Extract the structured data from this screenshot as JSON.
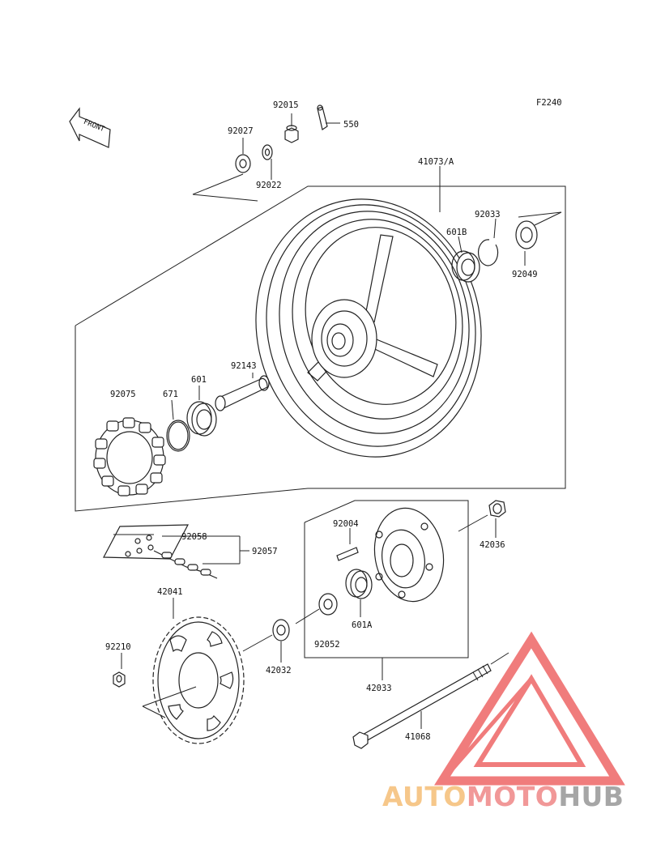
{
  "diagram_code": "F2240",
  "front_label": "FRONT",
  "parts": {
    "p92015": "92015",
    "p550": "550",
    "p92027": "92027",
    "p92022": "92022",
    "p41073A": "41073/A",
    "p92033": "92033",
    "p601B": "601B",
    "p92049": "92049",
    "p92143": "92143",
    "p92075": "92075",
    "p671": "671",
    "p601": "601",
    "p92058": "92058",
    "p92057": "92057",
    "p92004": "92004",
    "p42036": "42036",
    "p42041": "42041",
    "p601A": "601A",
    "p92052": "92052",
    "p92210": "92210",
    "p42032": "42032",
    "p42033": "42033",
    "p41068": "41068"
  },
  "watermark": {
    "auto": "AUTO",
    "moto": "MOTO",
    "hub": "HUB",
    "colors": {
      "auto": "#f5c07a",
      "moto": "#f08a8a",
      "hub": "#9a9a9a",
      "triangle": "#ee6b6b"
    }
  }
}
